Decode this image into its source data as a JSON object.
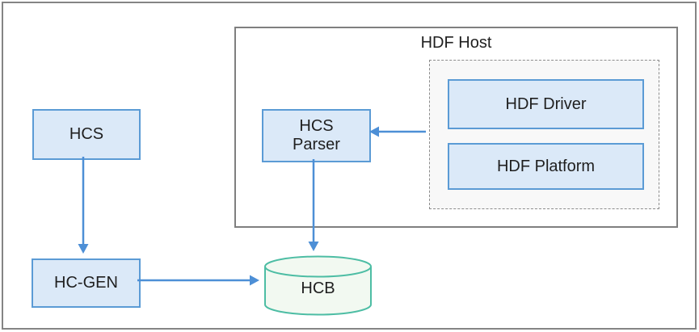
{
  "nodes": {
    "hcs": {
      "label": "HCS",
      "shape": "rect"
    },
    "hc_gen": {
      "label": "HC-GEN",
      "shape": "rect"
    },
    "hcs_parser": {
      "label": "HCS\nParser",
      "shape": "rect"
    },
    "hdf_host": {
      "title": "HDF Host",
      "shape": "container"
    },
    "hdf_driver": {
      "label": "HDF Driver",
      "shape": "rect"
    },
    "hdf_platform": {
      "label": "HDF Platform",
      "shape": "rect"
    },
    "hcb": {
      "label": "HCB",
      "shape": "cylinder"
    }
  },
  "edges": [
    {
      "from": "HCS",
      "to": "HC-GEN",
      "direction": "down"
    },
    {
      "from": "HC-GEN",
      "to": "HCB",
      "direction": "right"
    },
    {
      "from": "HCS Parser",
      "to": "HCB",
      "direction": "down"
    },
    {
      "from": "HDF Host group",
      "to": "HCS Parser",
      "direction": "left"
    }
  ],
  "colors": {
    "node_fill": "#dbe9f8",
    "node_border": "#5b9bd5",
    "arrow": "#4d8fd6",
    "cylinder_fill": "#f2f9f1",
    "cylinder_border": "#4dbda4",
    "frame_border": "#848484",
    "group_fill": "#f8f8f8",
    "group_border": "#8c8c8c",
    "host_border": "#7f7f7f",
    "text": "#1f1f1f"
  }
}
